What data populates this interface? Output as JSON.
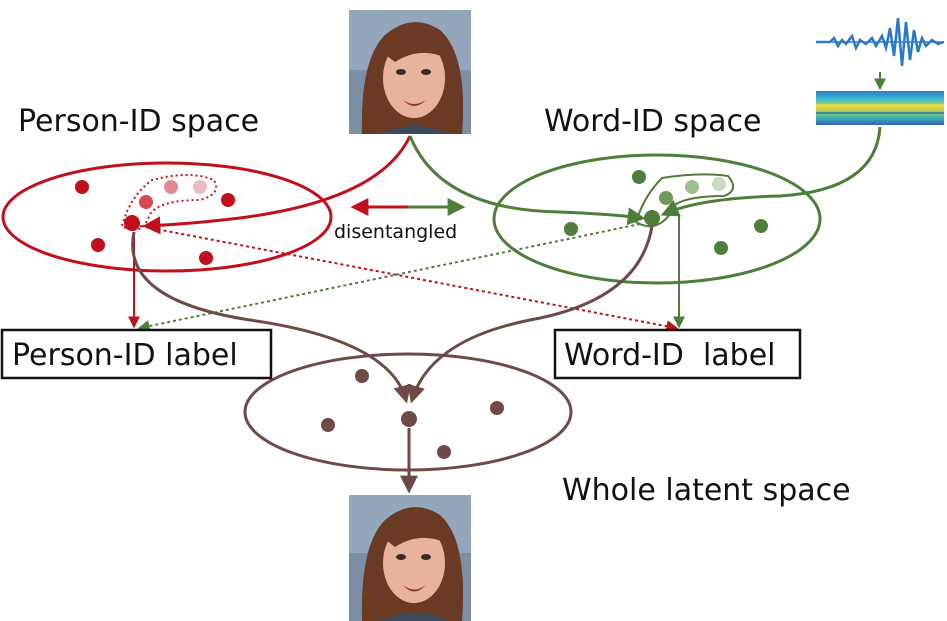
{
  "labels": {
    "person_space": "Person-ID space",
    "word_space": "Word-ID space",
    "disentangled": "disentangled",
    "person_label": "Person-ID label",
    "word_label": "Word-ID  label",
    "whole_space": "Whole latent space"
  },
  "colors": {
    "person": "#c0101c",
    "person_light": "#e5a0a6",
    "word": "#4f7d3a",
    "word_light": "#b9d2ad",
    "whole": "#6e4a46",
    "skin": "#e8b39d",
    "hair": "#6b3a24"
  },
  "icons": {
    "face_top": "face-photo-icon",
    "face_bottom": "face-photo-icon",
    "waveform": "audio-waveform-icon",
    "spectrogram": "spectrogram-icon"
  }
}
